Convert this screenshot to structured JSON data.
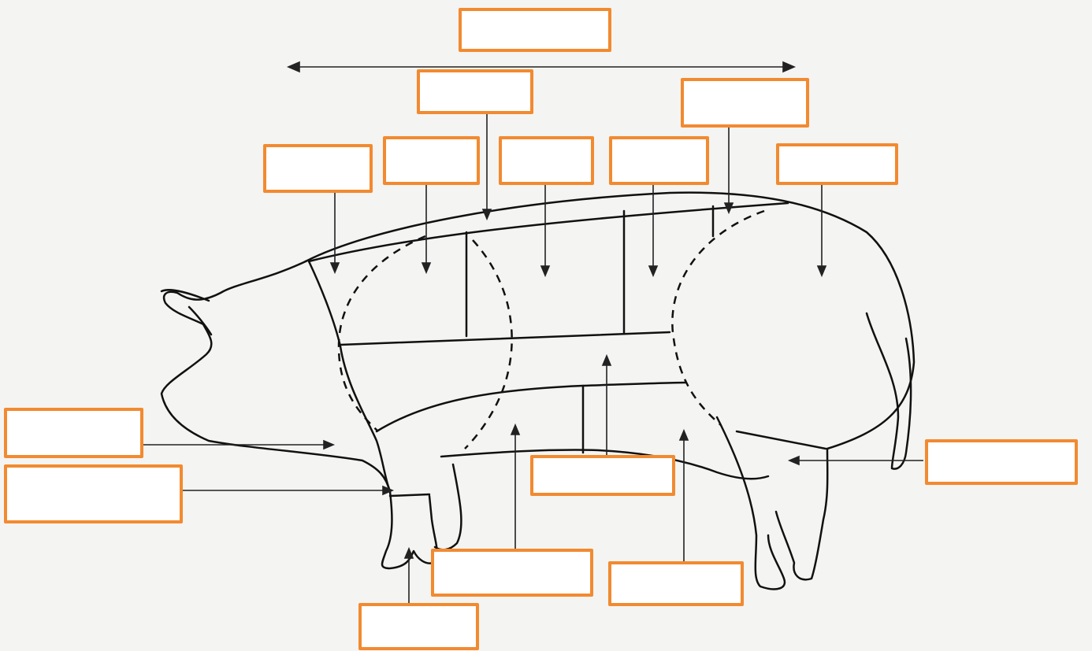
{
  "diagram": {
    "colors": {
      "label_border": "#f28a30",
      "line": "#111111",
      "background": "#f4f4f2"
    },
    "labels": [
      {
        "id": "top-span",
        "text": ""
      },
      {
        "id": "loin-top",
        "text": ""
      },
      {
        "id": "upper-right",
        "text": ""
      },
      {
        "id": "neck",
        "text": ""
      },
      {
        "id": "shoulder",
        "text": ""
      },
      {
        "id": "mid-back",
        "text": ""
      },
      {
        "id": "rear-back",
        "text": ""
      },
      {
        "id": "leg-top",
        "text": ""
      },
      {
        "id": "jowl",
        "text": ""
      },
      {
        "id": "fore-shank",
        "text": ""
      },
      {
        "id": "hind-hock",
        "text": ""
      },
      {
        "id": "belly",
        "text": ""
      },
      {
        "id": "fore-belly",
        "text": ""
      },
      {
        "id": "hind-belly",
        "text": ""
      },
      {
        "id": "trotter",
        "text": ""
      }
    ]
  }
}
